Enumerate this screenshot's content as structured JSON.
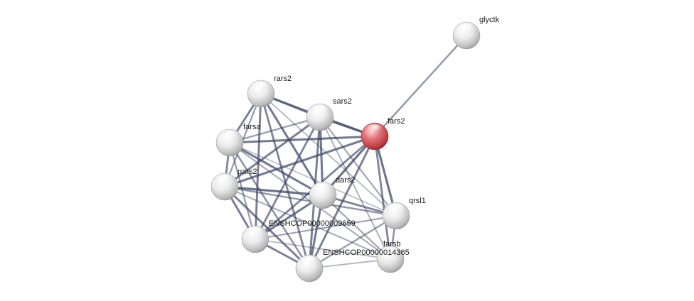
{
  "network": {
    "nodes": [
      {
        "id": "glyctk",
        "label": "glyctk",
        "highlight": false
      },
      {
        "id": "rars2",
        "label": "rars2",
        "highlight": false
      },
      {
        "id": "sars2",
        "label": "sars2",
        "highlight": false
      },
      {
        "id": "fars2",
        "label": "fars2",
        "highlight": true
      },
      {
        "id": "farsa",
        "label": "farsa",
        "highlight": false
      },
      {
        "id": "pars2",
        "label": "pars2",
        "highlight": false
      },
      {
        "id": "dars2",
        "label": "dars2",
        "highlight": false
      },
      {
        "id": "qrsl1",
        "label": "qrsl1",
        "highlight": false
      },
      {
        "id": "ensh9659",
        "label": "ENSHCOP00000009659",
        "highlight": false
      },
      {
        "id": "farsb",
        "label": "farsb",
        "highlight": false
      },
      {
        "id": "ensh14365",
        "label": "ENSHCOP00000014365",
        "highlight": false
      }
    ],
    "edges": [
      {
        "source": "fars2",
        "target": "glyctk",
        "strength": 0.55
      },
      {
        "source": "rars2",
        "target": "sars2",
        "strength": 0.85
      },
      {
        "source": "rars2",
        "target": "farsa",
        "strength": 0.75
      },
      {
        "source": "rars2",
        "target": "pars2",
        "strength": 0.5
      },
      {
        "source": "rars2",
        "target": "dars2",
        "strength": 0.8
      },
      {
        "source": "rars2",
        "target": "ensh9659",
        "strength": 0.75
      },
      {
        "source": "rars2",
        "target": "ensh14365",
        "strength": 0.7
      },
      {
        "source": "rars2",
        "target": "fars2",
        "strength": 0.5
      },
      {
        "source": "rars2",
        "target": "qrsl1",
        "strength": 0.3
      },
      {
        "source": "sars2",
        "target": "fars2",
        "strength": 0.9
      },
      {
        "source": "sars2",
        "target": "farsa",
        "strength": 0.5
      },
      {
        "source": "sars2",
        "target": "pars2",
        "strength": 0.75
      },
      {
        "source": "sars2",
        "target": "dars2",
        "strength": 0.8
      },
      {
        "source": "sars2",
        "target": "ensh9659",
        "strength": 0.7
      },
      {
        "source": "sars2",
        "target": "ensh14365",
        "strength": 0.75
      },
      {
        "source": "sars2",
        "target": "qrsl1",
        "strength": 0.45
      },
      {
        "source": "sars2",
        "target": "farsb",
        "strength": 0.35
      },
      {
        "source": "farsa",
        "target": "fars2",
        "strength": 0.8
      },
      {
        "source": "farsa",
        "target": "pars2",
        "strength": 0.7
      },
      {
        "source": "farsa",
        "target": "dars2",
        "strength": 0.8
      },
      {
        "source": "farsa",
        "target": "ensh9659",
        "strength": 0.5
      },
      {
        "source": "farsa",
        "target": "ensh14365",
        "strength": 0.6
      },
      {
        "source": "farsa",
        "target": "farsb",
        "strength": 0.4
      },
      {
        "source": "farsa",
        "target": "qrsl1",
        "strength": 0.25
      },
      {
        "source": "pars2",
        "target": "fars2",
        "strength": 0.8
      },
      {
        "source": "pars2",
        "target": "dars2",
        "strength": 0.85
      },
      {
        "source": "pars2",
        "target": "ensh9659",
        "strength": 0.75
      },
      {
        "source": "pars2",
        "target": "ensh14365",
        "strength": 0.75
      },
      {
        "source": "pars2",
        "target": "qrsl1",
        "strength": 0.55
      },
      {
        "source": "pars2",
        "target": "farsb",
        "strength": 0.4
      },
      {
        "source": "dars2",
        "target": "fars2",
        "strength": 0.85
      },
      {
        "source": "dars2",
        "target": "qrsl1",
        "strength": 0.7
      },
      {
        "source": "dars2",
        "target": "ensh9659",
        "strength": 0.8
      },
      {
        "source": "dars2",
        "target": "ensh14365",
        "strength": 0.8
      },
      {
        "source": "dars2",
        "target": "farsb",
        "strength": 0.45
      },
      {
        "source": "fars2",
        "target": "qrsl1",
        "strength": 0.85
      },
      {
        "source": "fars2",
        "target": "farsb",
        "strength": 0.7
      },
      {
        "source": "fars2",
        "target": "ensh9659",
        "strength": 0.7
      },
      {
        "source": "fars2",
        "target": "ensh14365",
        "strength": 0.75
      },
      {
        "source": "qrsl1",
        "target": "farsb",
        "strength": 0.6
      },
      {
        "source": "qrsl1",
        "target": "ensh9659",
        "strength": 0.45
      },
      {
        "source": "qrsl1",
        "target": "ensh14365",
        "strength": 0.5
      },
      {
        "source": "ensh9659",
        "target": "ensh14365",
        "strength": 0.75
      },
      {
        "source": "farsb",
        "target": "ensh14365",
        "strength": 0.3
      },
      {
        "source": "farsb",
        "target": "ensh9659",
        "strength": 0.3
      }
    ],
    "colors": {
      "node_default": "#e6e6e6",
      "node_highlight": "#d9565c",
      "edge": "#3d4766",
      "label": "#1a1a1a",
      "background": "#ffffff"
    }
  }
}
